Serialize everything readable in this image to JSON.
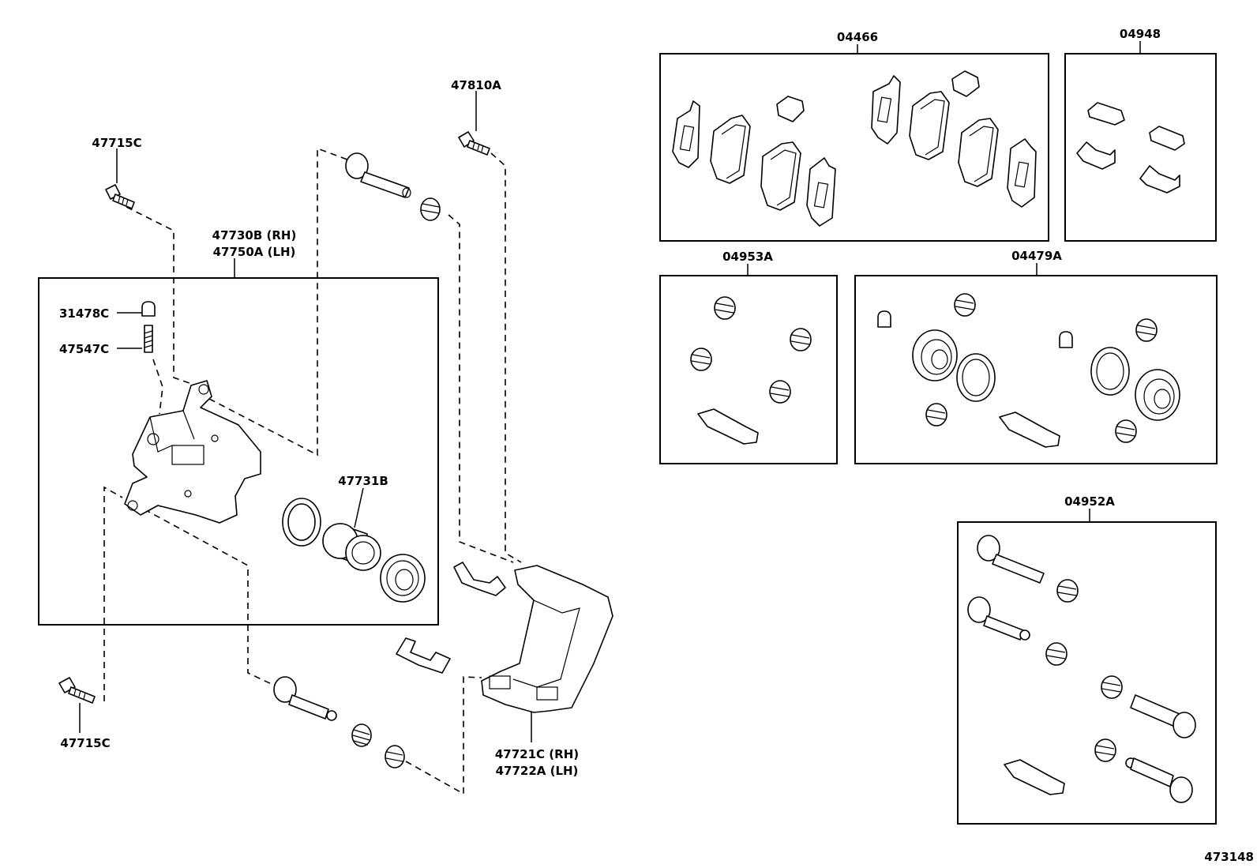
{
  "labels": {
    "bolt_top": "47715C",
    "bolt_bottom": "47715C",
    "bolt_right": "47810A",
    "caliper_rh": "47730B (RH)",
    "caliper_lh": "47750A (LH)",
    "bleeder_cap": "31478C",
    "bleeder_plug": "47547C",
    "piston": "47731B",
    "mounting_rh": "47721C (RH)",
    "mounting_lh": "47722A (LH)",
    "pad_kit": "04466",
    "fitting_kit": "04948",
    "cylinder_kit_a": "04953A",
    "cylinder_kit_b": "04479A",
    "slide_pin_kit": "04952A",
    "diagram_number": "473148"
  },
  "icons": {
    "bolt": "bolt-icon",
    "boot": "boot-icon",
    "pad": "brake-pad-icon",
    "shim": "shim-icon",
    "clip": "clip-icon",
    "seal": "seal-ring-icon",
    "grease": "grease-tube-icon"
  }
}
